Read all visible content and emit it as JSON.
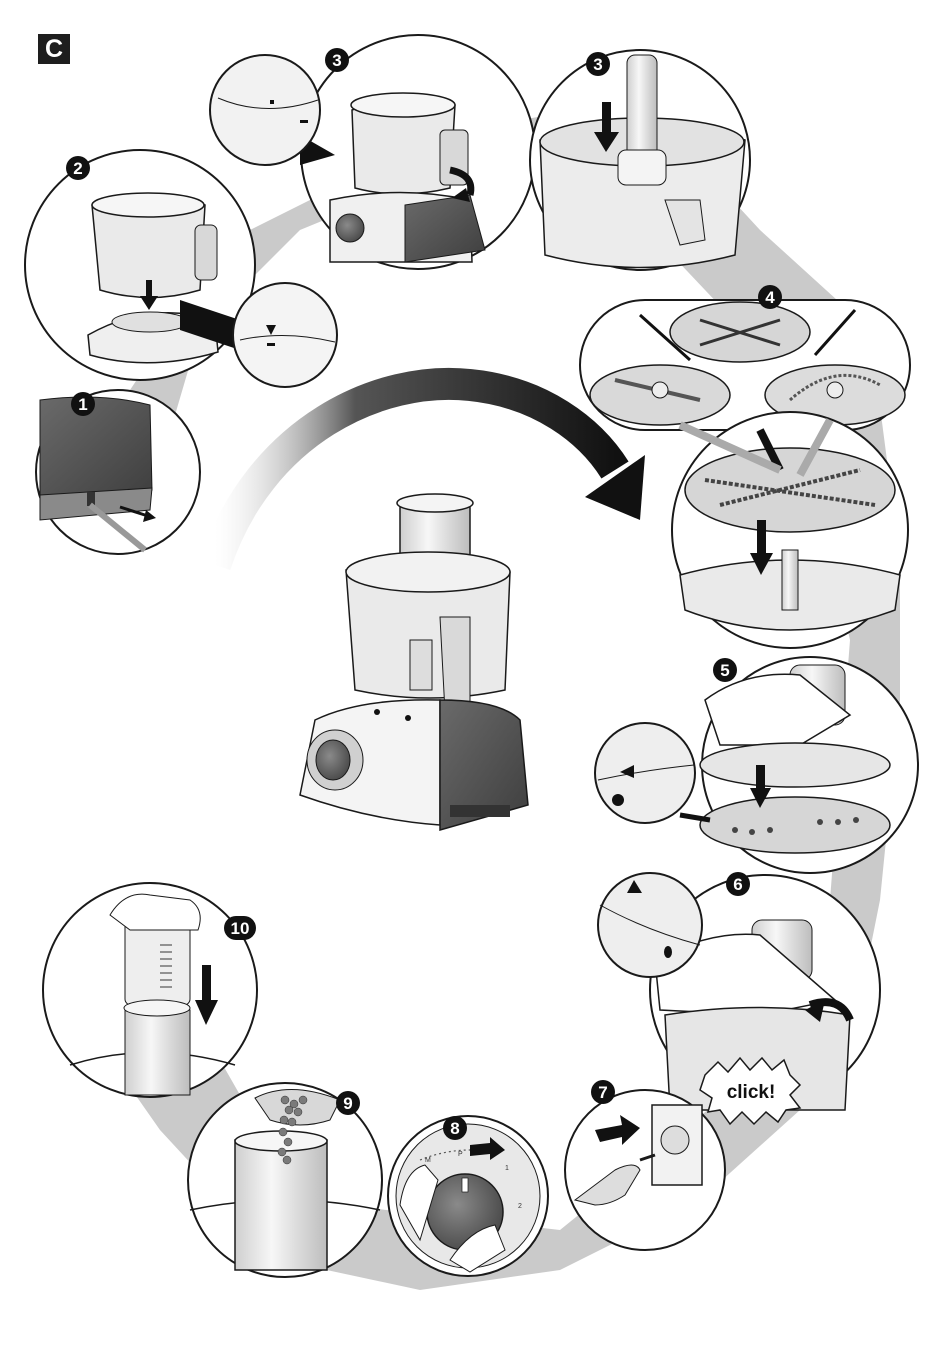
{
  "section": {
    "label": "C"
  },
  "steps": [
    {
      "number": "1",
      "description": "Pull out power cord from base"
    },
    {
      "number": "2",
      "description": "Place bowl on base aligning arrow marks"
    },
    {
      "number": "3",
      "description": "Turn bowl handle to lock"
    },
    {
      "number": "3",
      "description": "Insert drive shaft into bowl"
    },
    {
      "number": "4",
      "description": "Select disc and place on drive shaft"
    },
    {
      "number": "5",
      "description": "Place lid on bowl aligning markings"
    },
    {
      "number": "6",
      "description": "Turn lid until it clicks"
    },
    {
      "number": "7",
      "description": "Plug into power socket"
    },
    {
      "number": "8",
      "description": "Turn rotary switch to setting"
    },
    {
      "number": "9",
      "description": "Add food through feed tube"
    },
    {
      "number": "10",
      "description": "Insert pusher into feed tube"
    }
  ],
  "callout": {
    "text": "click!"
  },
  "dial": {
    "labels": [
      "M",
      "P",
      "1",
      "2"
    ]
  },
  "center": {
    "subject": "food-processor"
  },
  "colors": {
    "ink": "#1a1a1a",
    "shadow": "#b8b8b8",
    "dark-body": "#5a5a5a",
    "light-body": "#f0f0f0",
    "badge": "#1e1e1e"
  }
}
